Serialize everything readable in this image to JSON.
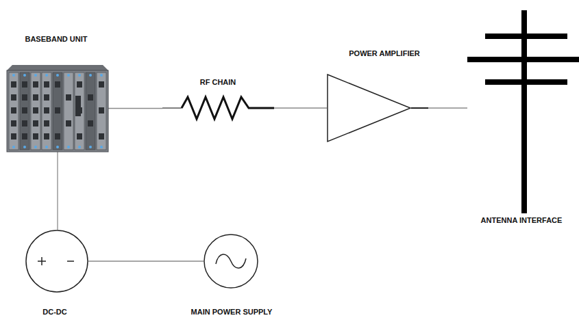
{
  "diagram": {
    "nodes": [
      {
        "text": [
          "BASEBAND UNIT"
        ]
      },
      {
        "text": [
          "RF CHAIN"
        ]
      },
      {
        "text": [
          "POWER AMPLIFIER"
        ]
      },
      {
        "text": [
          "ANTENNA INTERFACE"
        ]
      },
      {
        "text": [
          "DC-DC"
        ]
      },
      {
        "text": [
          "MAIN POWER SUPPLY"
        ]
      }
    ],
    "edges": [
      {
        "from": 0,
        "to": 1,
        "arrow": "none"
      },
      {
        "from": 1,
        "to": 2,
        "arrow": "none"
      },
      {
        "from": 2,
        "to": 3,
        "arrow": "none"
      },
      {
        "from": 0,
        "to": 4,
        "arrow": "none"
      },
      {
        "from": 4,
        "to": 5,
        "arrow": "none"
      }
    ]
  }
}
